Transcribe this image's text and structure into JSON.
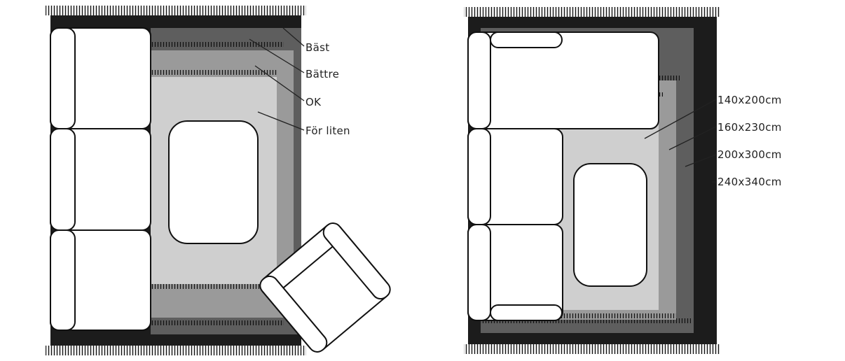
{
  "left_diagram": {
    "labels": [
      "Bäst",
      "Bättre",
      "OK",
      "För liten"
    ],
    "colors": {
      "rug1": "#1c1c1c",
      "rug2": "#5e5e5e",
      "rug3": "#9a9a9a",
      "rug4": "#cfcfcf"
    }
  },
  "right_diagram": {
    "labels": [
      "140x200cm",
      "160x230cm",
      "200x300cm",
      "240x340cm"
    ],
    "colors": {
      "rug1": "#1c1c1c",
      "rug2": "#5e5e5e",
      "rug3": "#9a9a9a",
      "rug4": "#cfcfcf"
    }
  }
}
